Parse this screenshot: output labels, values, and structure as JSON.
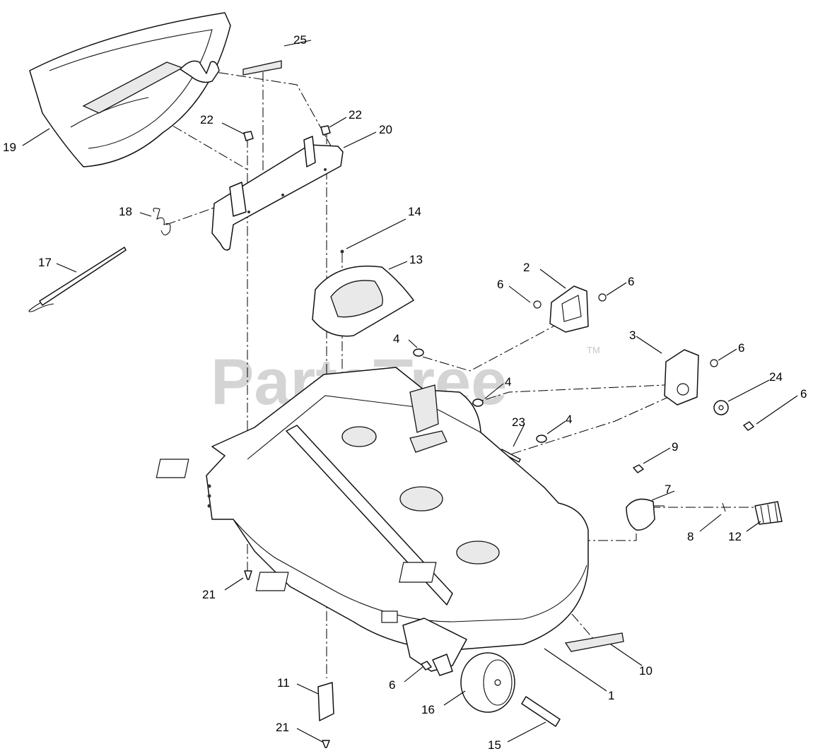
{
  "watermark": {
    "text": "PartsTree",
    "trademark": "TM"
  },
  "callouts": [
    {
      "id": "c1",
      "text": "1"
    },
    {
      "id": "c2",
      "text": "2"
    },
    {
      "id": "c3",
      "text": "3"
    },
    {
      "id": "c4a",
      "text": "4"
    },
    {
      "id": "c4b",
      "text": "4"
    },
    {
      "id": "c4c",
      "text": "4"
    },
    {
      "id": "c6a",
      "text": "6"
    },
    {
      "id": "c6b",
      "text": "6"
    },
    {
      "id": "c6c",
      "text": "6"
    },
    {
      "id": "c6d",
      "text": "6"
    },
    {
      "id": "c6e",
      "text": "6"
    },
    {
      "id": "c7",
      "text": "7"
    },
    {
      "id": "c8",
      "text": "8"
    },
    {
      "id": "c9",
      "text": "9"
    },
    {
      "id": "c10",
      "text": "10"
    },
    {
      "id": "c11",
      "text": "11"
    },
    {
      "id": "c12",
      "text": "12"
    },
    {
      "id": "c13",
      "text": "13"
    },
    {
      "id": "c14",
      "text": "14"
    },
    {
      "id": "c15",
      "text": "15"
    },
    {
      "id": "c16",
      "text": "16"
    },
    {
      "id": "c17",
      "text": "17"
    },
    {
      "id": "c18",
      "text": "18"
    },
    {
      "id": "c19",
      "text": "19"
    },
    {
      "id": "c20",
      "text": "20"
    },
    {
      "id": "c21a",
      "text": "21"
    },
    {
      "id": "c21b",
      "text": "21"
    },
    {
      "id": "c22a",
      "text": "22"
    },
    {
      "id": "c22b",
      "text": "22"
    },
    {
      "id": "c23",
      "text": "23"
    },
    {
      "id": "c24",
      "text": "24"
    },
    {
      "id": "c25",
      "text": "25"
    }
  ]
}
